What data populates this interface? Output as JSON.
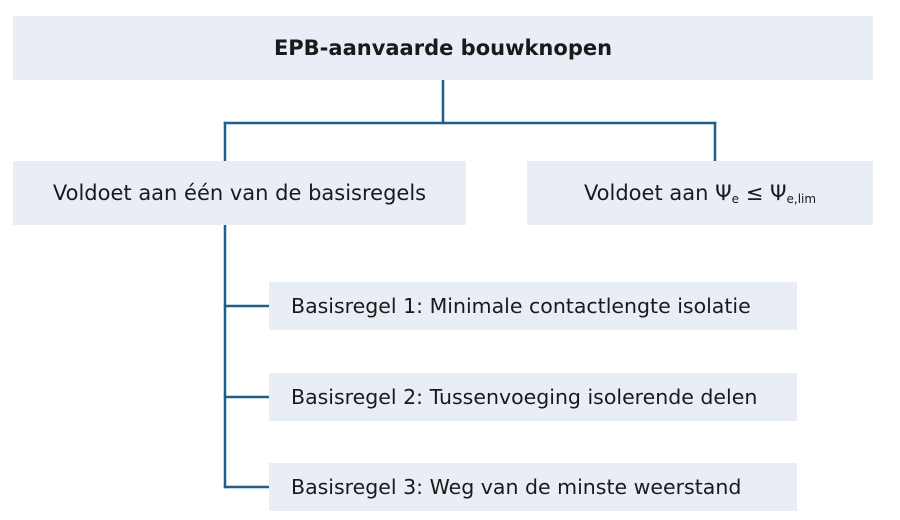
{
  "diagram": {
    "root": {
      "label": "EPB-aanvaarde bouwknopen"
    },
    "left_branch": {
      "label": "Voldoet aan één van de basisregels"
    },
    "right_branch": {
      "prefix": "Voldoet aan ",
      "psi_symbol": "Ψ",
      "sub_left": "e",
      "operator": " ≤ ",
      "sub_right": "e,lim"
    },
    "rules": [
      {
        "label": "Basisregel 1: Minimale contactlengte isolatie"
      },
      {
        "label": "Basisregel 2: Tussenvoeging isolerende delen"
      },
      {
        "label": "Basisregel 3: Weg van de minste weerstand"
      }
    ],
    "colors": {
      "connector": "#1f5f8b",
      "box_fill": "#e9edf5",
      "text": "#1a1a1a"
    }
  }
}
